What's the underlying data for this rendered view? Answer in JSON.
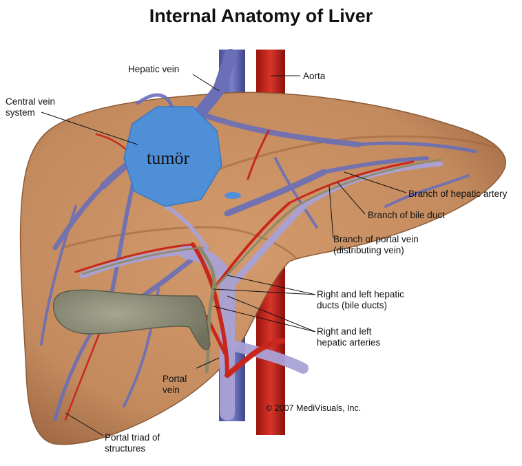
{
  "title": "Internal Anatomy of Liver",
  "labels": {
    "hepatic_vein": "Hepatic vein",
    "aorta": "Aorta",
    "central_vein_line1": "Central vein",
    "central_vein_line2": "system",
    "hepatic_artery_branch": "Branch of hepatic artery",
    "bile_duct_branch": "Branch of bile duct",
    "portal_vein_branch_line1": "Branch of portal vein",
    "portal_vein_branch_line2": "(distributing vein)",
    "hepatic_ducts_line1": "Right and left hepatic",
    "hepatic_ducts_line2": "ducts (bile ducts)",
    "hepatic_arteries_line1": "Right and left",
    "hepatic_arteries_line2": "hepatic arteries",
    "portal_vein_line1": "Portal",
    "portal_vein_line2": "vein",
    "portal_triad_line1": "Portal triad of",
    "portal_triad_line2": "structures"
  },
  "tumor_label": "tumör",
  "copyright": "© 2007 MediVisuals, Inc.",
  "colors": {
    "liver": "#c38a5e",
    "liver_dark": "#a06840",
    "vein_blue": "#6a6fb8",
    "artery_red": "#c8281c",
    "bile_duct": "#8a8a6a",
    "gallbladder": "#8f907a",
    "tumor": "#4f8fd8"
  }
}
